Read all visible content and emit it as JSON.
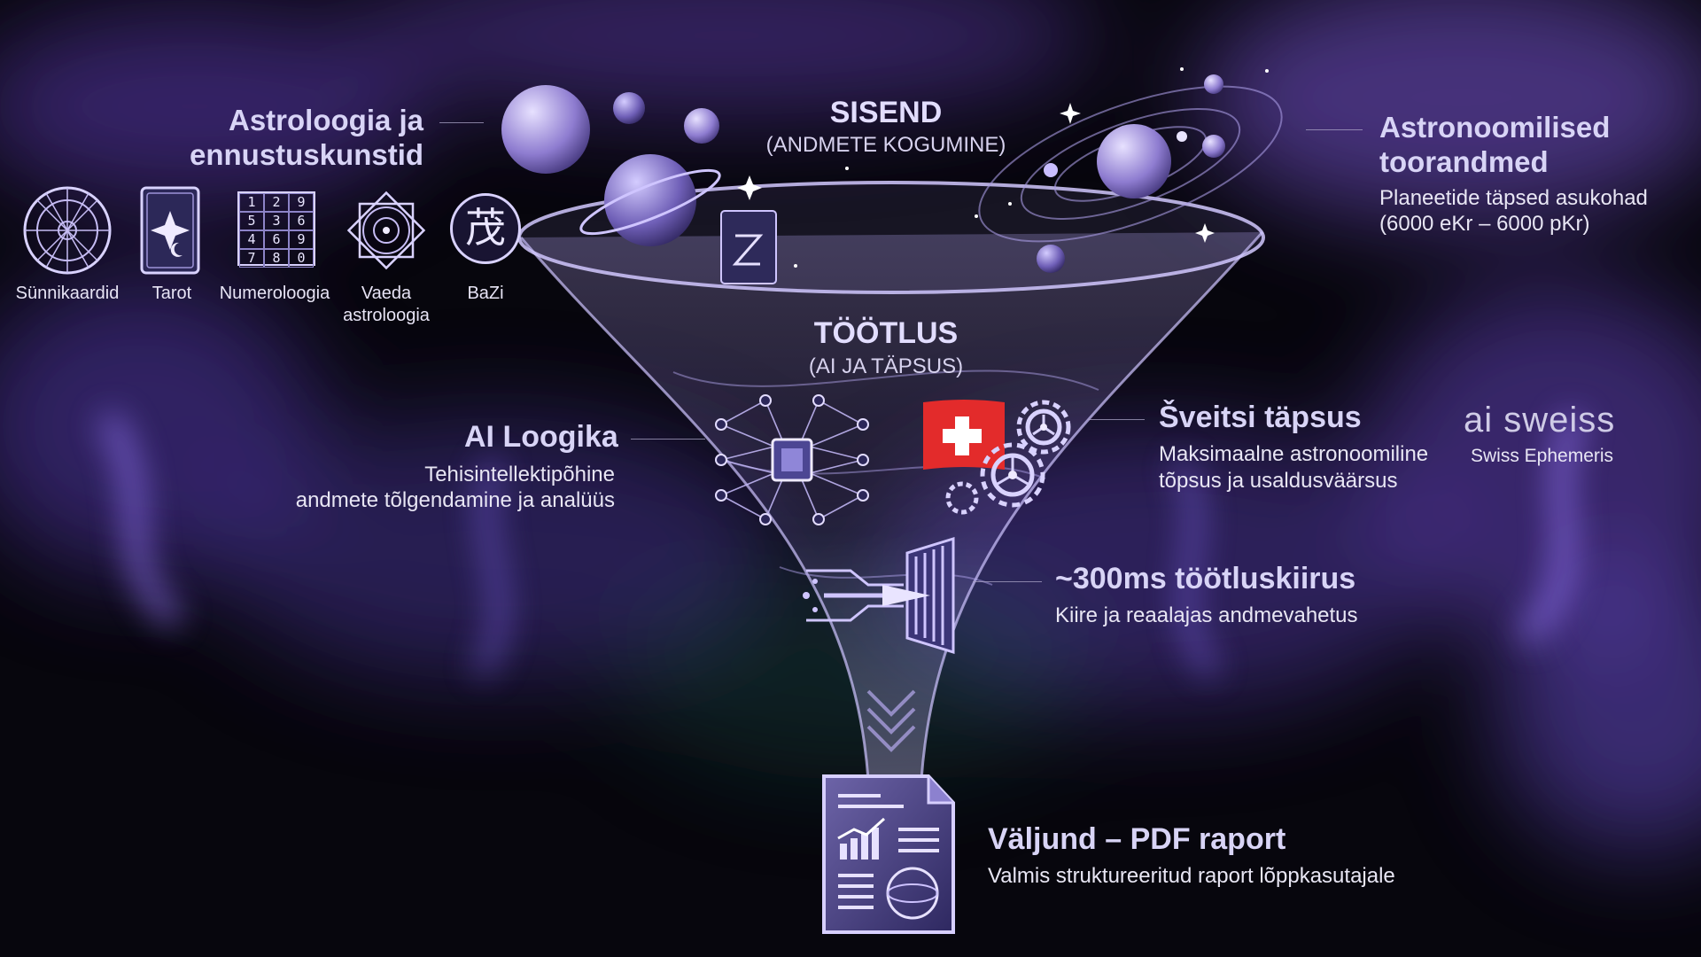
{
  "input": {
    "title": "SISEND",
    "subtitle": "(ANDMETE KOGUMINE)"
  },
  "processing": {
    "title": "TÖÖTLUS",
    "subtitle": "(AI JA TÄPSUS)"
  },
  "astrology": {
    "title_line1": "Astroloogia ja",
    "title_line2": "ennustuskunstid",
    "methods": [
      {
        "label": "Sünnikaardid",
        "icon": "zodiac-wheel-icon"
      },
      {
        "label": "Tarot",
        "icon": "tarot-card-icon"
      },
      {
        "label": "Numeroloogia",
        "icon": "number-grid-icon"
      },
      {
        "label_line1": "Vaeda",
        "label_line2": "astroloogia",
        "icon": "mandala-icon"
      },
      {
        "label": "BaZi",
        "icon": "chinese-character-icon",
        "glyph": "茂"
      }
    ],
    "numerology_grid": [
      "1",
      "2",
      "9",
      "5",
      "3",
      "6",
      "4",
      "6",
      "9",
      "7",
      "8",
      "0"
    ]
  },
  "astronomical": {
    "title_line1": "Astronoomilised",
    "title_line2": "toorandmed",
    "desc_line1": "Planeetide täpsed asukohad",
    "desc_line2": "(6000 eKr – 6000 pKr)"
  },
  "ai_logic": {
    "title": "AI Loogika",
    "desc_line1": "Tehisintellektipõhine",
    "desc_line2": "andmete tõlgendamine ja analüüs",
    "icon": "neural-network-chip-icon"
  },
  "swiss": {
    "title": "Šveitsi täpsus",
    "desc_line1": "Maksimaalne astronoomiline",
    "desc_line2": "tõpsus ja usaldusväärsus",
    "icon": "swiss-flag-gears-icon",
    "logo_text": "ai sweiss",
    "logo_caption": "Swiss Ephemeris"
  },
  "speed": {
    "title": "~300ms töötluskiirus",
    "desc": "Kiire ja reaalajas andmevahetus",
    "icon": "data-transfer-icon"
  },
  "output": {
    "title": "Väljund – PDF raport",
    "desc": "Valmis struktureeritud raport lõppkasutajale",
    "icon": "pdf-report-icon"
  },
  "colors": {
    "background": "#07060d",
    "accent_purple": "#8a72e6",
    "aurora_violet": "#7b4fd8",
    "swiss_red": "#e32b2b"
  }
}
